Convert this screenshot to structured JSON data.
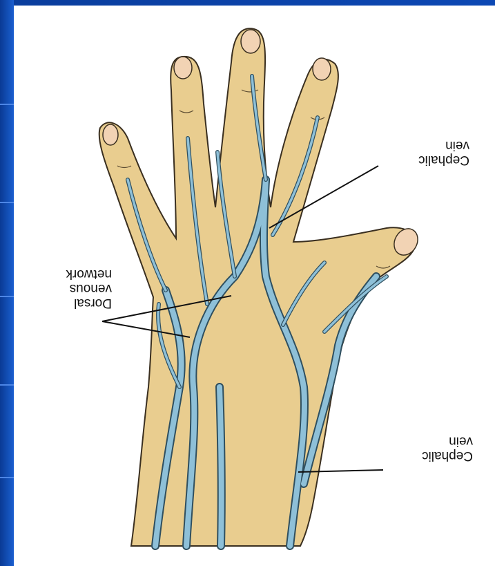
{
  "labels": {
    "cephalic_top": "Cephalic\nvein",
    "cephalic_bottom": "Cephalic\nvein",
    "dorsal": "Dorsal\nvenous\nnetwork"
  },
  "colors": {
    "background": "#0c48b4",
    "skin": "#e9cd8f",
    "skin_outline": "#3a2f20",
    "nail": "#f2d3b4",
    "vein": "#8ec0d8",
    "vein_outline": "#2f4f5f",
    "leader": "#111111"
  },
  "orientation": "upside-down (rotated 180 degrees)"
}
